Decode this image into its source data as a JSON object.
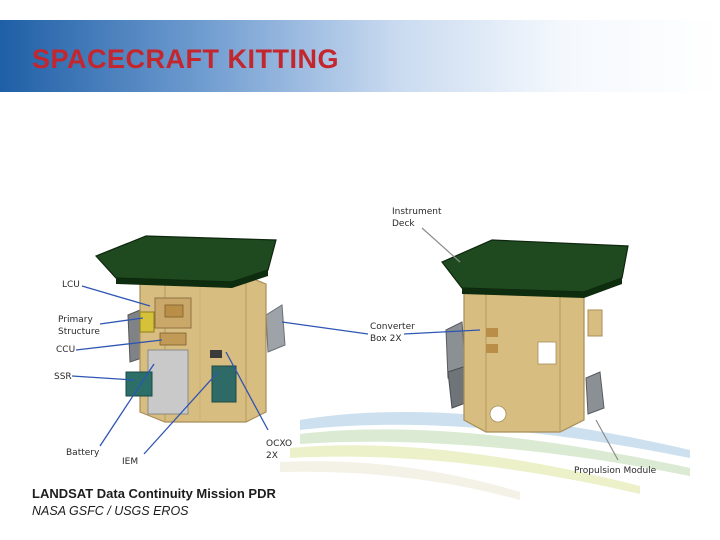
{
  "slide": {
    "title": "SPACECRAFT KITTING",
    "footer_title": "LANDSAT Data Continuity Mission PDR",
    "footer_subtitle": "NASA GSFC / USGS EROS",
    "accent_title_color": "#c4262e",
    "band_color": "#1f5fa6"
  },
  "callouts": {
    "instrument_deck": "Instrument\nDeck",
    "lcu": "LCU",
    "primary_structure": "Primary\nStructure",
    "converter_box": "Converter\nBox 2X",
    "ccu": "CCU",
    "ssr": "SSR",
    "battery": "Battery",
    "iem": "IEM",
    "ocxo": "OCXO\n2X",
    "propulsion_module": "Propulsion Module"
  },
  "colors": {
    "deck": "#1f4a1f",
    "structure": "#d8bd80",
    "leader_line": "#2f55b3",
    "gray_leader": "#8c8c8c"
  }
}
